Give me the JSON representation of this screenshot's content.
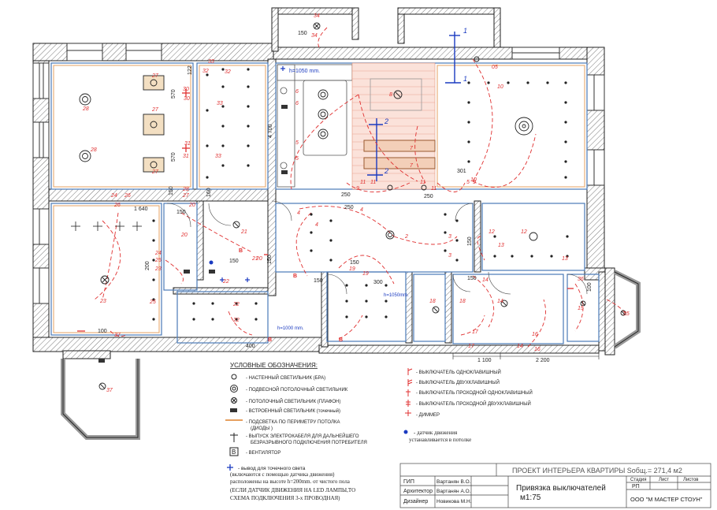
{
  "dims": {
    "d150_top": "150",
    "d1050_kitchen": "h=1050 mm.",
    "d4700": "4 700",
    "d122": "122",
    "d570a": "570",
    "d570b": "570",
    "d150_mid": "150",
    "d160": "160",
    "d1640": "1 640",
    "d150_hall": "150",
    "d250a": "250",
    "d250b": "250",
    "d250c": "250",
    "d301": "301",
    "d150_bath": "150",
    "d200_left": "200",
    "d150_corr": "150",
    "d150_low": "150",
    "d300": "300",
    "d1050_corr": "h=1050mm.",
    "d150_bed2": "150",
    "d150_bed3": "150",
    "d100_right": "100",
    "d100_bottom": "100",
    "d1000": "h=1000 mm.",
    "d400": "400",
    "d1100": "1 100",
    "d2200": "2 200",
    "d150_small": "150"
  },
  "legend": {
    "title": "УСЛОВНЫЕ ОБОЗНАЧЕНИЯ:",
    "wall_lamp": "- НАСТЕННЫЙ СВЕТИЛЬНИК (БРА)",
    "pendant": "- ПОДВЕСНОЙ ПОТОЛОЧНЫЙ СВЕТИЛЬНИК",
    "ceiling": "- ПОТОЛОЧНЫЙ СВЕТИЛЬНИК (ПЛАФОН)",
    "spot": "- ВСТРОЕННЫЙ СВЕТИЛЬНИК (точечный)",
    "strip1": "- ПОДСВЕТКА ПО ПЕРИМЕТРУ ПОТОЛКА",
    "strip2": "(ДИОДЫ )",
    "cable1": "- ВЫПУСК ЭЛЕКТРОКАБЕЛЯ ДЛЯ ДАЛЬНЕЙШЕГО",
    "cable2": "БЕЗРАЗРЫВНОГО ПОДКЛЮЧЕНИЯ ПОТРЕБИТЕЛЯ",
    "vent": "- ВЕНТИЛЯТОР",
    "vent_letter": "В",
    "sw1": "- ВЫКЛЮЧАТЕЛЬ ОДНОКЛАВИШНЫЙ",
    "sw2": "- ВЫКЛЮЧАТЕЛЬ ДВУХКЛАВИШНЫЙ",
    "sw3": "- ВЫКЛЮЧАТЕЛЬ ПРОХОДНОЙ ОДНОКЛАВИШНЫЙ",
    "sw4": "- ВЫКЛЮЧАТЕЛЬ ПРОХОДНОЙ  ДВУХКЛАВИШНЫЙ",
    "dimmer": "- ДИММЕР",
    "motion1": "- датчик движения",
    "motion2": "устанавливается в потолке",
    "spot_out1": "- вывод для точечного света",
    "spot_out2": "(включаются с помощью датчика движения)",
    "spot_out3": "расположены на высоте h=200mm. от чистого пола",
    "spot_out4": "(ЕСЛИ ДАТЧИК ДВИЖЕНИЯ НА LED ЛАМПЫ,ТО",
    "spot_out5": "СХЕМА ПОДКЛЮЧЕНИЯ 3-х ПРОВОДНАЯ)"
  },
  "title_block": {
    "project": "ПРОЕКТ ИНТЕРЬЕРА КВАРТИРЫ Sобщ.= 271,4 м2",
    "role1": "ГИП",
    "name1": "Вартанян В.О.",
    "role2": "Архитектор",
    "name2": "Вартанян А.О.",
    "role3": "Дизайнер",
    "name3": "Новикова М.Н.",
    "sheet_title1": "Привязка выключателей",
    "sheet_title2": "м1:75",
    "stage_h": "Стадия",
    "sheet_h": "Лист",
    "sheets_h": "Листов",
    "stage": "РП",
    "company": "ООО \"М МАСТЕР СТОУН\""
  },
  "stairs": [
    "1",
    "1",
    "2",
    "2"
  ]
}
